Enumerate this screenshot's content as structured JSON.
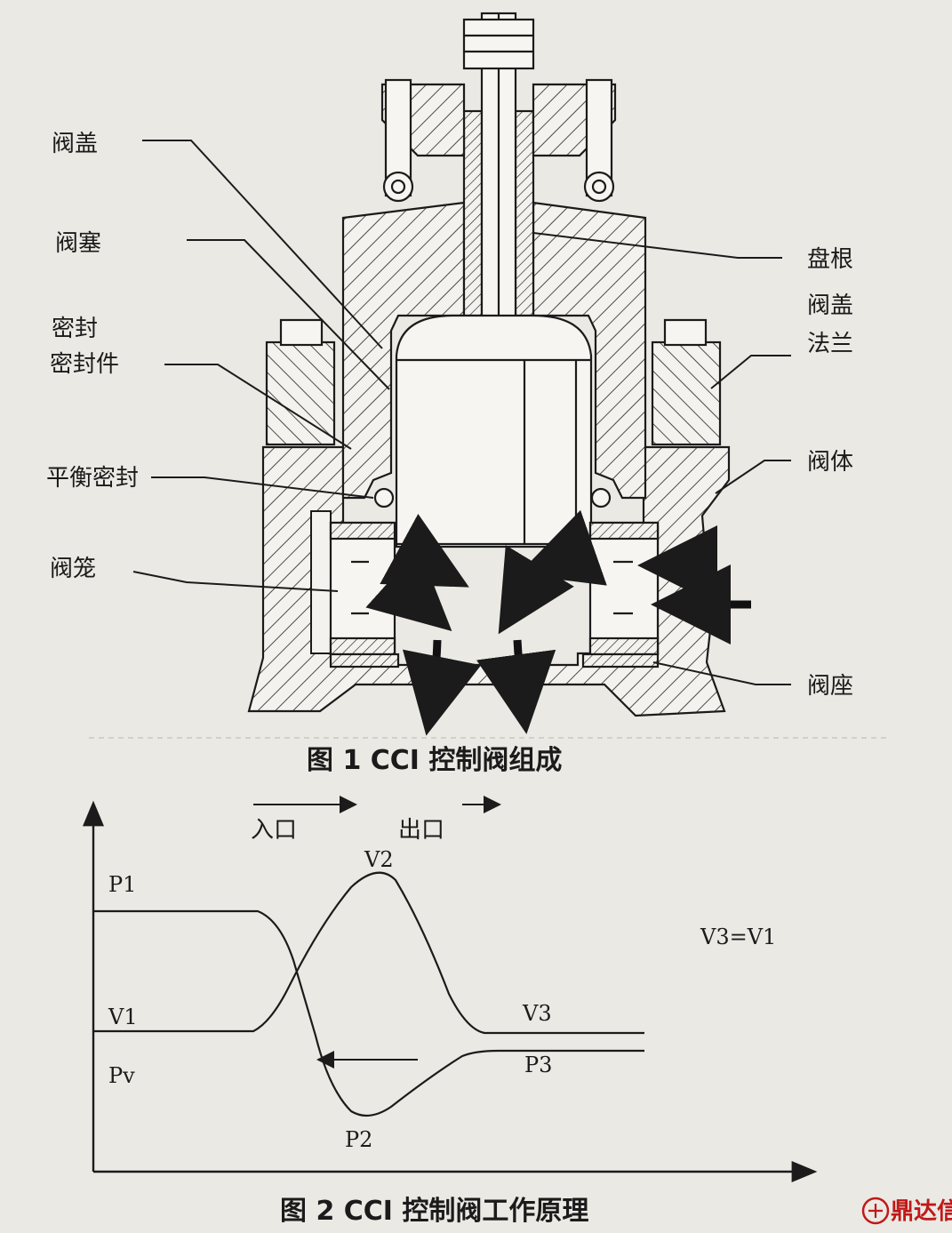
{
  "figure1": {
    "caption": "图 1  CCI 控制阀组成",
    "labels": {
      "bonnet": "阀盖",
      "plug": "阀塞",
      "seal_1": "密封",
      "seal_2": "密封件",
      "balance_seal": "平衡密封",
      "cage": "阀笼",
      "packing": "盘根",
      "bonnet_flange_1": "阀盖",
      "bonnet_flange_2": "法兰",
      "body": "阀体",
      "seat": "阀座"
    }
  },
  "figure2": {
    "caption": "图 2  CCI 控制阀工作原理",
    "inlet": "入口",
    "outlet": "出口",
    "labels": {
      "P1": "P1",
      "V1": "V1",
      "Pv": "Pv",
      "V2": "V2",
      "P2": "P2",
      "V3": "V3",
      "P3": "P3",
      "equation": "V3=V1"
    }
  },
  "watermark": "鼎达信",
  "colors": {
    "ink": "#1b1b1b",
    "paper": "#ebe9e4",
    "watermark": "#c01919"
  }
}
